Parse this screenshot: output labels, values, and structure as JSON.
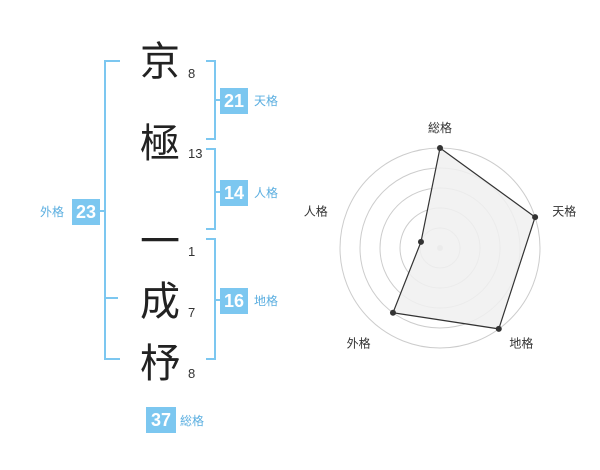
{
  "name": {
    "chars": [
      {
        "kanji": "京",
        "strokes": "8"
      },
      {
        "kanji": "極",
        "strokes": "13"
      },
      {
        "kanji": "一",
        "strokes": "1"
      },
      {
        "kanji": "成",
        "strokes": "7"
      },
      {
        "kanji": "杼",
        "strokes": "8"
      }
    ]
  },
  "fortunes": {
    "tenkaku": {
      "value": "21",
      "label": "天格"
    },
    "jinkaku": {
      "value": "14",
      "label": "人格"
    },
    "chikaku": {
      "value": "16",
      "label": "地格"
    },
    "gaikaku": {
      "value": "23",
      "label": "外格"
    },
    "soukaku": {
      "value": "37",
      "label": "総格"
    }
  },
  "chart_data": {
    "type": "radar",
    "axes": [
      "総格",
      "天格",
      "地格",
      "外格",
      "人格"
    ],
    "values": [
      5,
      5,
      5,
      4,
      1
    ],
    "max": 5,
    "rings": 5,
    "colors": {
      "fill": "#f0f0f0",
      "stroke": "#333333",
      "grid": "#cccccc"
    }
  },
  "colors": {
    "accent": "#7cc7f0",
    "accent_text": "#5aaee0"
  }
}
